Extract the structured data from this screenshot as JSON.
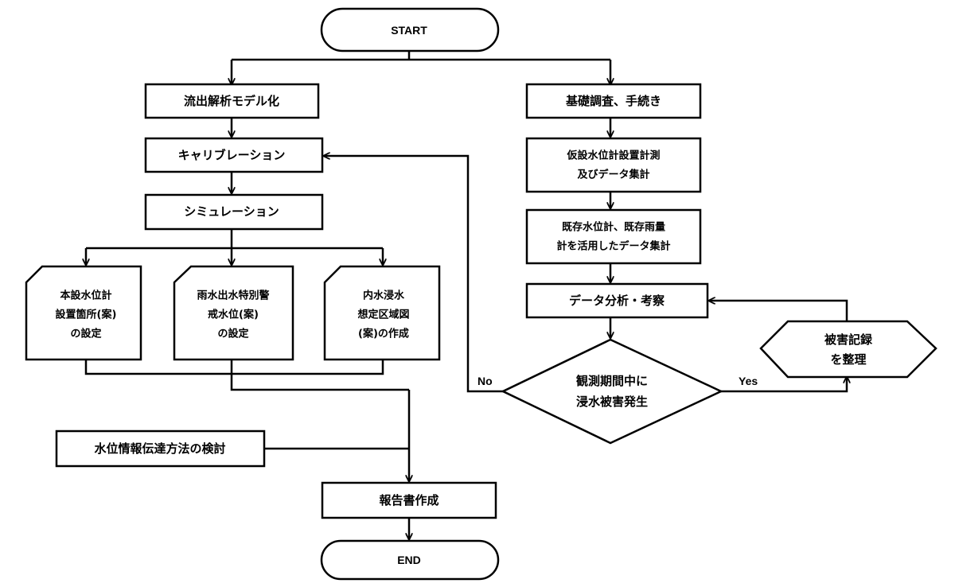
{
  "nodes": {
    "start": "START",
    "runoff_model": "流出解析モデル化",
    "calibration": "キャリブレーション",
    "simulation": "シミュレーション",
    "gauge_location": [
      "本設水位計",
      "設置箇所(案)",
      "の設定"
    ],
    "warning_level": [
      "雨水出水特別警",
      "戒水位(案)",
      "の設定"
    ],
    "inundation_map": [
      "内水浸水",
      "想定区域図",
      "(案)の作成"
    ],
    "info_transmission": "水位情報伝達方法の検討",
    "report": "報告書作成",
    "end": "END",
    "basic_survey": "基礎調査、手続き",
    "temp_gauge": [
      "仮設水位計設置計測",
      "及びデータ集計"
    ],
    "existing_data": [
      "既存水位計、既存雨量",
      "計を活用したデータ集計"
    ],
    "data_analysis": "データ分析・考察",
    "decision": [
      "観測期間中に",
      "浸水被害発生"
    ],
    "damage_record": [
      "被害記録",
      "を整理"
    ]
  },
  "edges": {
    "no_label": "No",
    "yes_label": "Yes"
  }
}
